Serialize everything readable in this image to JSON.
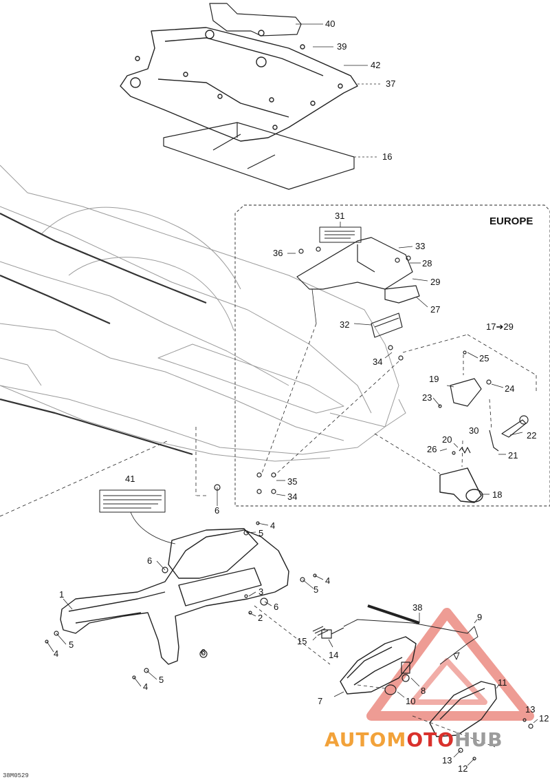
{
  "diagram": {
    "region_label": "EUROPE",
    "reference_code": "38M0529",
    "callouts": {
      "c1": "1",
      "c2": "2",
      "c3": "3",
      "c4a": "4",
      "c4b": "4",
      "c4c": "4",
      "c4d": "4",
      "c5a": "5",
      "c5b": "5",
      "c5c": "5",
      "c5d": "5",
      "c6a": "6",
      "c6b": "6",
      "c6c": "6",
      "c6d": "6",
      "c7": "7",
      "c8": "8",
      "c9": "9",
      "c10": "10",
      "c11": "11",
      "c12a": "12",
      "c12b": "12",
      "c13a": "13",
      "c13b": "13",
      "c14": "14",
      "c15": "15",
      "c16": "16",
      "c17": "17➔29",
      "c18": "18",
      "c19": "19",
      "c20": "20",
      "c21": "21",
      "c22": "22",
      "c23": "23",
      "c24": "24",
      "c25": "25",
      "c26": "26",
      "c27": "27",
      "c28": "28",
      "c29": "29",
      "c30": "30",
      "c31": "31",
      "c32": "32",
      "c33": "33",
      "c34a": "34",
      "c34b": "34",
      "c35": "35",
      "c36": "36",
      "c37": "37",
      "c38": "38",
      "c39": "39",
      "c40": "40",
      "c41": "41",
      "c42": "42"
    }
  },
  "watermark": {
    "part1": "AUTOM",
    "part2": "OTO",
    "part3": "HUB",
    "colors": [
      "#f2a23a",
      "#d9312c",
      "#9c9c9c"
    ]
  }
}
